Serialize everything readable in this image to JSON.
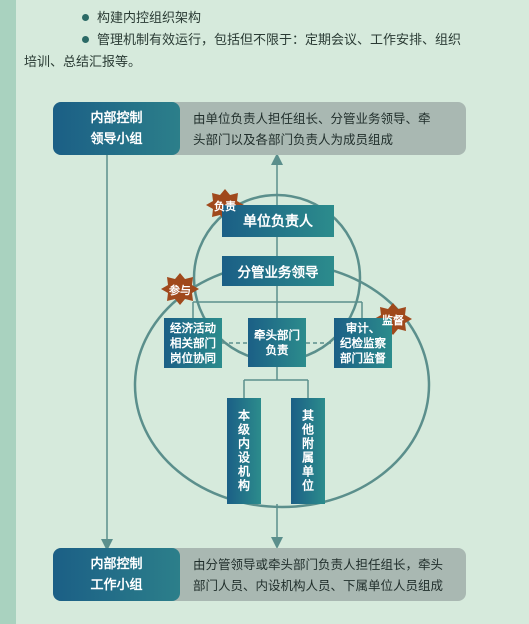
{
  "bullets": [
    "构建内控组织架构",
    "管理机制有效运行，包括但不限于：定期会议、工作安排、组织",
    "培训、总结汇报等。"
  ],
  "top_box": {
    "title_line1": "内部控制",
    "title_line2": "领导小组",
    "desc_line1": "由单位负责人担任组长、分管业务领导、牵",
    "desc_line2": "头部门以及各部门负责人为成员组成"
  },
  "bottom_box": {
    "title_line1": "内部控制",
    "title_line2": "工作小组",
    "desc_line1": "由分管领导或牵头部门负责人担任组长，牵头",
    "desc_line2": "部门人员、内设机构人员、下属单位人员组成"
  },
  "nodes": {
    "unit_head": "单位负责人",
    "deputy_leader": "分管业务领导",
    "econ_line1": "经济活动",
    "econ_line2": "相关部门",
    "econ_line3": "岗位协同",
    "lead_line1": "牵头部门",
    "lead_line2": "负责",
    "audit_line1": "审计、",
    "audit_line2": "纪检监察",
    "audit_line3": "部门监督",
    "internal": "本级内设机构",
    "affiliated": "其他附属单位"
  },
  "badges": {
    "responsible": "负责",
    "participate": "参与",
    "supervise": "监督"
  },
  "colors": {
    "box_gradient_start": "#1b5f86",
    "box_gradient_end": "#2c8c8c",
    "badge": "#a0491c",
    "lines": "#5b8f8c",
    "background": "#d6eadc"
  }
}
